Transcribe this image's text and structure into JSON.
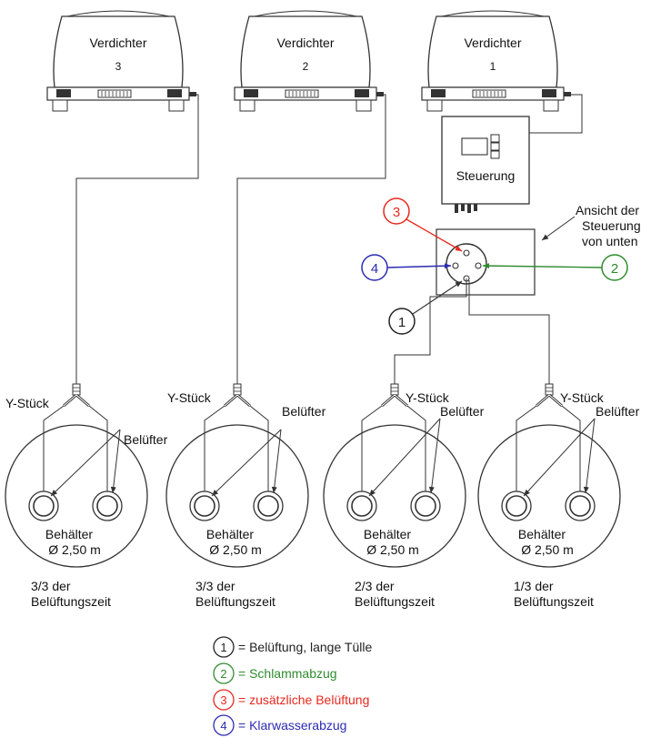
{
  "compressors": [
    {
      "label": "Verdichter",
      "number": "3"
    },
    {
      "label": "Verdichter",
      "number": "2"
    },
    {
      "label": "Verdichter",
      "number": "1"
    }
  ],
  "control": {
    "label": "Steuerung",
    "bottom_view_label": [
      "Ansicht der",
      "Steuerung",
      "von unten"
    ]
  },
  "callouts": [
    {
      "number": "1",
      "color": "#222222"
    },
    {
      "number": "2",
      "color": "#2e8b2e"
    },
    {
      "number": "3",
      "color": "#e8281e"
    },
    {
      "number": "4",
      "color": "#2b2bb3"
    }
  ],
  "y_piece_label": "Y-Stück",
  "aerator_label": "Belüfter",
  "tanks": [
    {
      "label": "Behälter",
      "diameter": "Ø 2,50 m",
      "share": [
        "3/3 der",
        "Belüftungszeit"
      ]
    },
    {
      "label": "Behälter",
      "diameter": "Ø 2,50 m",
      "share": [
        "3/3 der",
        "Belüftungszeit"
      ]
    },
    {
      "label": "Behälter",
      "diameter": "Ø 2,50 m",
      "share": [
        "2/3 der",
        "Belüftungszeit"
      ]
    },
    {
      "label": "Behälter",
      "diameter": "Ø 2,50 m",
      "share": [
        "1/3 der",
        "Belüftungszeit"
      ]
    }
  ],
  "legend": [
    {
      "number": "1",
      "text": "= Belüftung, lange Tülle",
      "color": "#222222"
    },
    {
      "number": "2",
      "text": "= Schlammabzug",
      "color": "#2e8b2e"
    },
    {
      "number": "3",
      "text": "= zusätzliche Belüftung",
      "color": "#e8281e"
    },
    {
      "number": "4",
      "text": "= Klarwasserabzug",
      "color": "#2b2bb3"
    }
  ]
}
